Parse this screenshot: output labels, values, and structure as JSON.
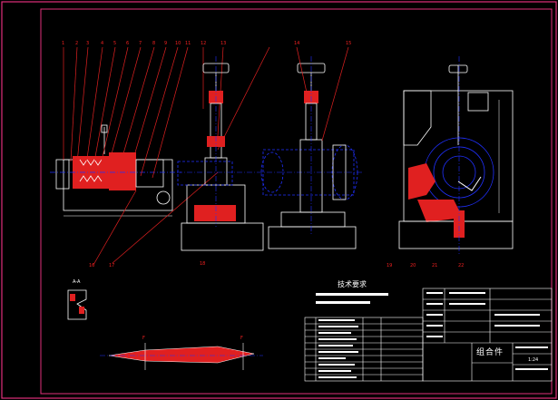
{
  "drawing": {
    "tech_requirements_title": "技术要求",
    "assembly_title": "组合件",
    "sheet_label": "1:24",
    "section_label": "A-A",
    "left_callouts": [
      "1",
      "2",
      "3",
      "4",
      "5",
      "6",
      "7",
      "8",
      "9",
      "10",
      "11",
      "12",
      "13"
    ],
    "mid_callouts": [
      "14",
      "15"
    ],
    "bottom_callouts": [
      "16",
      "17",
      "18",
      "19",
      "20",
      "21",
      "22"
    ],
    "view_marks": [
      "F",
      "F"
    ]
  },
  "colors": {
    "background": "#000000",
    "border": "#e0307a",
    "outline": "#ffffff",
    "section_fill": "#e02020",
    "center_line": "#2030ff",
    "leader": "#e02020"
  }
}
